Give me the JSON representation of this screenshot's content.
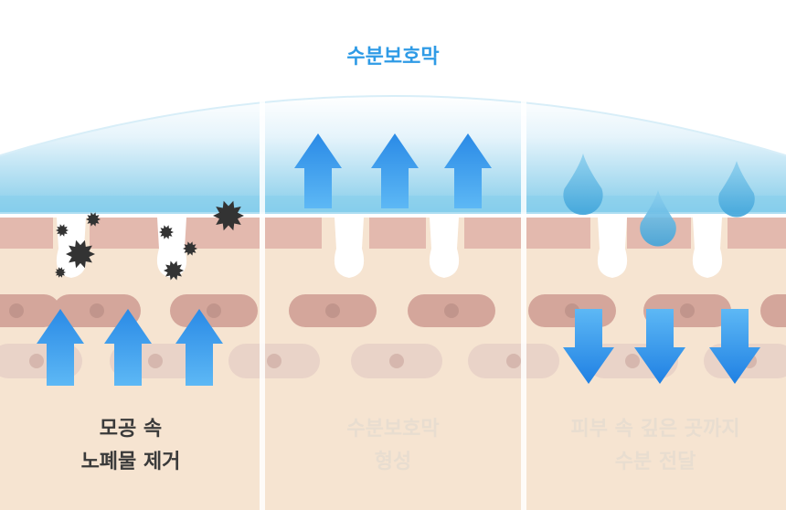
{
  "title": "수분보호막",
  "panels": [
    {
      "caption_lines": [
        "모공 속",
        "노폐물 제거"
      ],
      "arrows": "up"
    },
    {
      "caption_lines": [
        "수분보호막",
        "형성"
      ],
      "arrows": "up"
    },
    {
      "caption_lines": [
        "피부 속 깊은 곳까지",
        "수분 전달"
      ],
      "arrows": "down"
    }
  ],
  "colors": {
    "title": "#2f9be6",
    "caption_active": "#3a3a3a",
    "caption_faded": "#e8ddd0",
    "skin_base": "#f6e4d1",
    "skin_top_layer": "#e3b9ae",
    "cell_dark": "#d4a69b",
    "cell_light": "#e9d3c8",
    "nucleus": "#b98e86",
    "arrow_light": "#5db8f5",
    "arrow_dark": "#2a8ae6",
    "drop": "#5ab3e2",
    "dirt": "#333333"
  }
}
